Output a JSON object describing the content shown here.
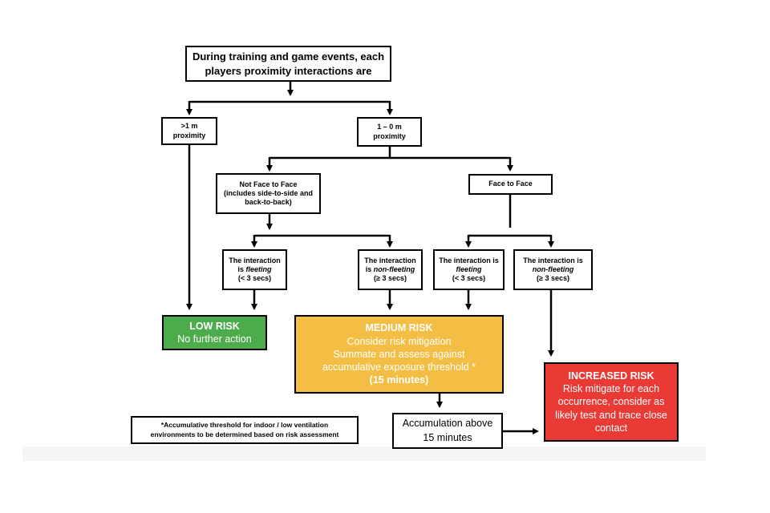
{
  "colors": {
    "low_risk": "#4cac4c",
    "medium_risk": "#f4be44",
    "increased_risk": "#e93a36",
    "border": "#000000"
  },
  "top": {
    "line1": "During training and game events, each",
    "line2": "players proximity interactions are"
  },
  "far": {
    "line1": ">1 m",
    "line2": "proximity"
  },
  "near": {
    "line1": "1 – 0 m",
    "line2": "proximity"
  },
  "not_face": {
    "line1": "Not Face to Face",
    "line2": "(includes side-to-side and",
    "line3": "back-to-back)"
  },
  "face": {
    "label": "Face to Face"
  },
  "nf_fleeting": {
    "line1": "The interaction",
    "line2_pre": "is ",
    "line2_em": "fleeting",
    "line3": "(< 3 secs)"
  },
  "nf_nonfleeting": {
    "line1": "The interaction",
    "line2_pre": "is ",
    "line2_em": "non-fleeting",
    "line3": "(≥ 3 secs)"
  },
  "f_fleeting": {
    "line1": "The interaction is",
    "line2_em": "fleeting",
    "line3": "(< 3 secs)"
  },
  "f_nonfleeting": {
    "line1": "The interaction is",
    "line2_em": "non-fleeting",
    "line3": "(≥ 3 secs)"
  },
  "low": {
    "title": "LOW RISK",
    "line1": "No further action"
  },
  "medium": {
    "title": "MEDIUM RISK",
    "line1": "Consider risk mitigation",
    "line2": "Summate and assess against",
    "line3": "accumulative exposure threshold *",
    "line4": "(15 minutes)"
  },
  "increased": {
    "title": "INCREASED RISK",
    "line1": "Risk mitigate for each",
    "line2": "occurrence, consider as",
    "line3": "likely test and trace close",
    "line4": "contact"
  },
  "accumulation": {
    "line1": "Accumulation above",
    "line2": "15 minutes"
  },
  "footnote": {
    "line1": "*Accumulative threshold for indoor / low ventilation",
    "line2": "environments to be determined based on risk assessment"
  }
}
